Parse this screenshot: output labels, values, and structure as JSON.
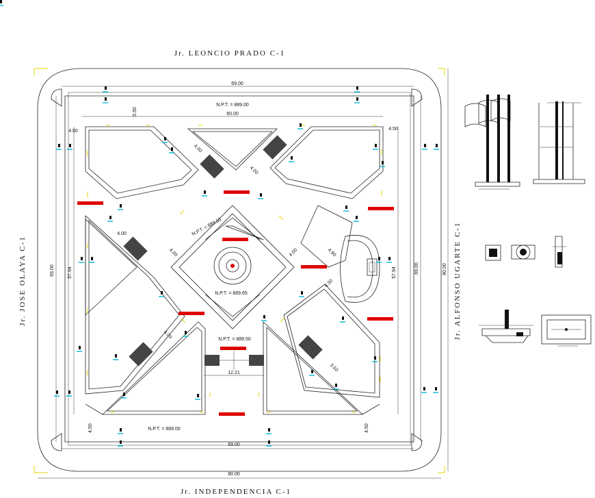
{
  "streets": {
    "top": "Jr.  LEONCIO  PRADO  C-1",
    "bottom": "Jr.  INDEPENDENCIA  C-1",
    "left": "Jr.   JOSE  OLAYA  C-1",
    "right": "Jr.  ALFONSO  UGARTE  C-1"
  },
  "dimensions": {
    "outer_width": "80.00",
    "outer_height": "80.00",
    "inner_width_top": "69.00",
    "inner_width_bottom": "69.00",
    "inner_height_left": "69.00",
    "inner_height_right": "69.00",
    "plaza_width": "60.00",
    "plaza_height_left": "57.94",
    "plaza_height_right": "57.94",
    "offset_top": "5.50",
    "offset_left": "4.50",
    "offset_right": "4.50",
    "offset_bl": "4.50",
    "offset_br": "4.50",
    "walk_nw": "4.00",
    "walk_n": "4.00",
    "walk_w": "4.00",
    "walk_w2": "4.00",
    "walk_e": "4.00",
    "walk_e2": "4.90",
    "walk_se": "4.30",
    "walk_sw": "4.00",
    "walk_s": "3.50",
    "stair_width": "12.21"
  },
  "levels": {
    "top": "N.P.T. = 889.00",
    "diag": "N.P.T. = 889.50",
    "center": "N.P.T. = 889.65",
    "south": "N.P.T. = 889.50",
    "bottom": "N.P.T. = 889.00"
  },
  "colors": {
    "walkway": "#e8d400",
    "lamp": "#00b7d6",
    "bench": "#e00000"
  }
}
